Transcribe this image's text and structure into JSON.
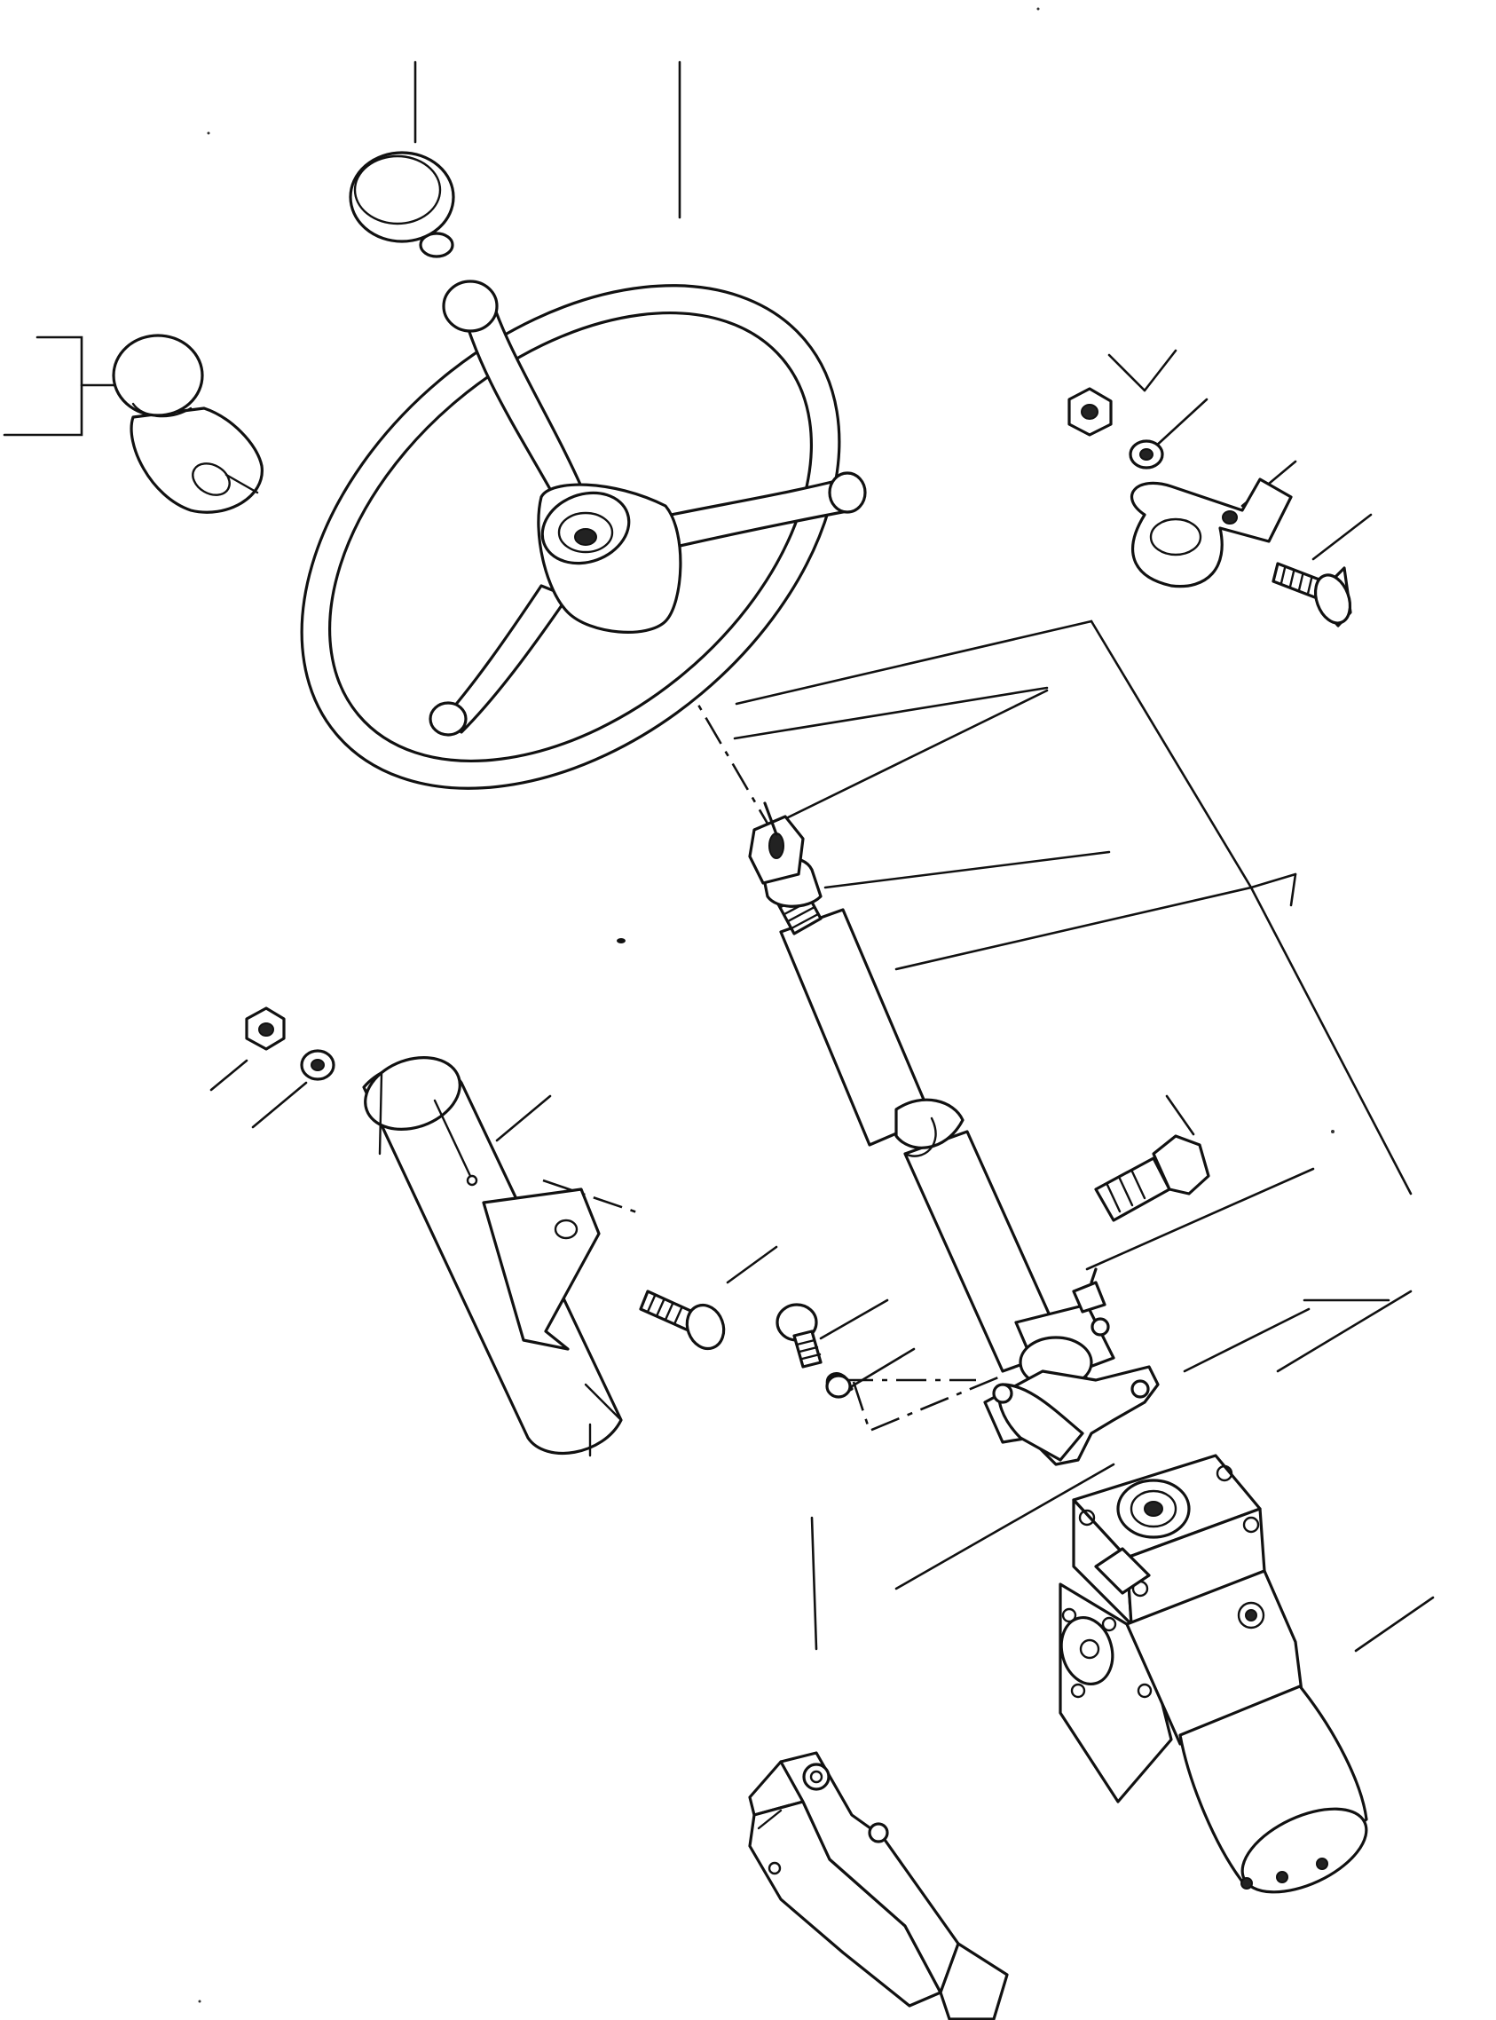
{
  "diagram": {
    "kind": "exploded parts view",
    "subject_icon": "steering-assembly-icon",
    "line_color": "#111111",
    "background": "#ffffff",
    "parts": [
      {
        "id": "horn-button",
        "icon": "horn-button-icon"
      },
      {
        "id": "spinner-knob",
        "icon": "spinner-knob-icon"
      },
      {
        "id": "steering-wheel",
        "icon": "steering-wheel-icon"
      },
      {
        "id": "clamp-nut",
        "icon": "nut-icon"
      },
      {
        "id": "clamp-washer",
        "icon": "washer-icon"
      },
      {
        "id": "column-clamp",
        "icon": "clamp-icon"
      },
      {
        "id": "clamp-bolt",
        "icon": "bolt-icon"
      },
      {
        "id": "steering-column",
        "icon": "steering-column-icon"
      },
      {
        "id": "hose-fitting",
        "icon": "fitting-icon"
      },
      {
        "id": "column-cover",
        "icon": "cover-tube-icon"
      },
      {
        "id": "cover-nut",
        "icon": "nut-icon"
      },
      {
        "id": "cover-washer",
        "icon": "washer-icon"
      },
      {
        "id": "cover-bolt",
        "icon": "bolt-icon"
      },
      {
        "id": "mount-bolt",
        "icon": "bolt-icon"
      },
      {
        "id": "mount-washer",
        "icon": "washer-icon"
      },
      {
        "id": "steering-unit",
        "icon": "hydraulic-steering-unit-icon"
      },
      {
        "id": "mounting-bracket",
        "icon": "bracket-icon"
      }
    ]
  }
}
